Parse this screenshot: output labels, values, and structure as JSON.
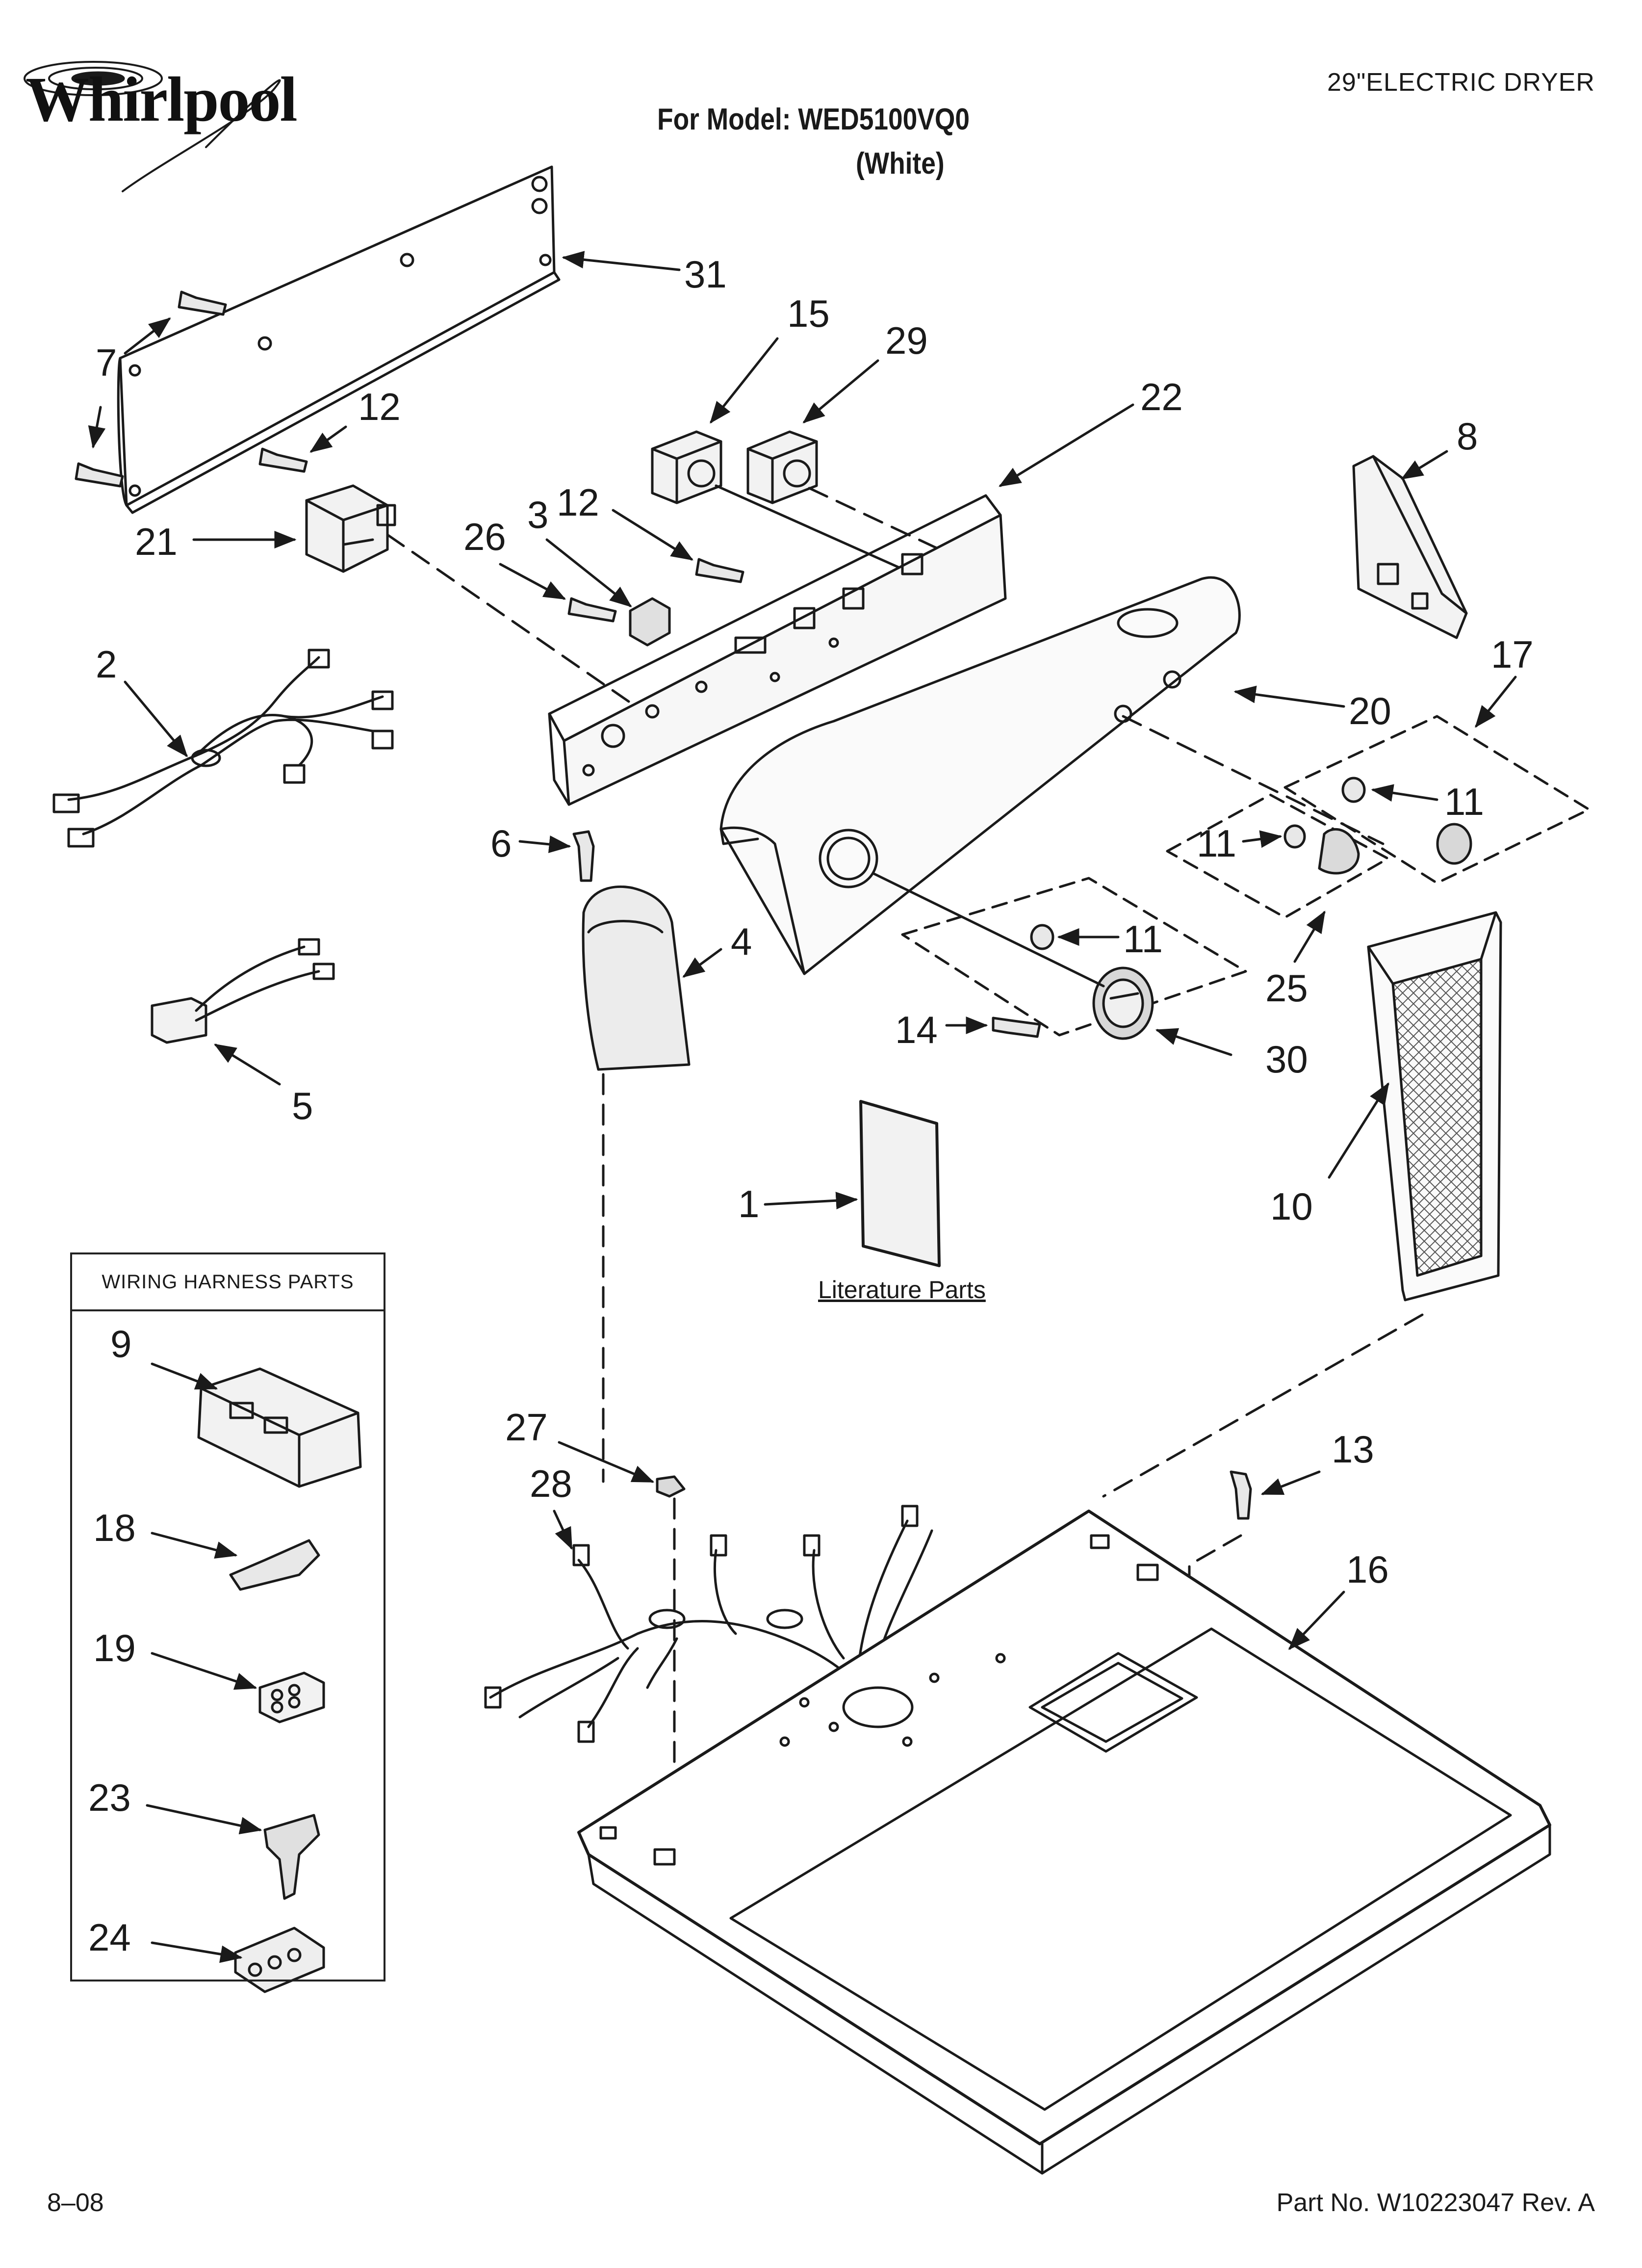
{
  "header": {
    "brand": "Whirlpool",
    "doc_type": "29\"ELECTRIC DRYER",
    "model_line": "For Model: WED5100VQ0",
    "model_color": "(White)"
  },
  "literature_label": "Literature Parts",
  "harness_box": {
    "title": "WIRING HARNESS PARTS",
    "callouts": [
      "9",
      "18",
      "19",
      "23",
      "24"
    ]
  },
  "callouts": {
    "c31": "31",
    "c15": "15",
    "c29": "29",
    "c22": "22",
    "c8": "8",
    "c7": "7",
    "c12a": "12",
    "c21": "21",
    "c26": "26",
    "c3": "3",
    "c12b": "12",
    "c2": "2",
    "c20": "20",
    "c17": "17",
    "c11a": "11",
    "c11b": "11",
    "c6": "6",
    "c4": "4",
    "c11c": "11",
    "c25": "25",
    "c5": "5",
    "c14": "14",
    "c30": "30",
    "c1": "1",
    "c10": "10",
    "c27": "27",
    "c13": "13",
    "c28": "28",
    "c16": "16"
  },
  "footer": {
    "date": "8–08",
    "part_number": "Part No. W10223047 Rev. A"
  },
  "colors": {
    "ink": "#1a1a1a",
    "paper": "#ffffff",
    "shade": "#d8d8d8"
  }
}
